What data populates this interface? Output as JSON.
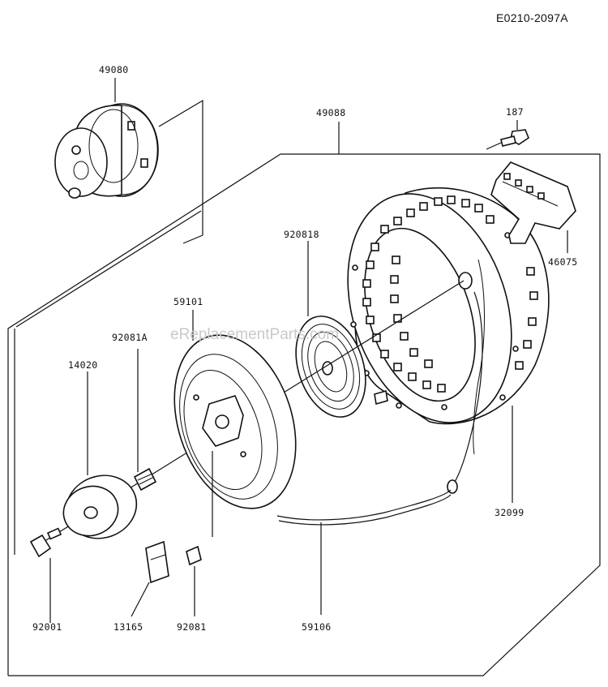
{
  "diagram": {
    "code": "E0210-2097A",
    "watermark": "eReplacementParts.com",
    "callouts": {
      "p49080": "49080",
      "p49088": "49088",
      "p187": "187",
      "p920818": "920818",
      "p46075": "46075",
      "p59101": "59101",
      "p92081A": "92081A",
      "p14020": "14020",
      "p32099": "32099",
      "p92001": "92001",
      "p13165": "13165",
      "p92081": "92081",
      "p59106": "59106"
    }
  }
}
